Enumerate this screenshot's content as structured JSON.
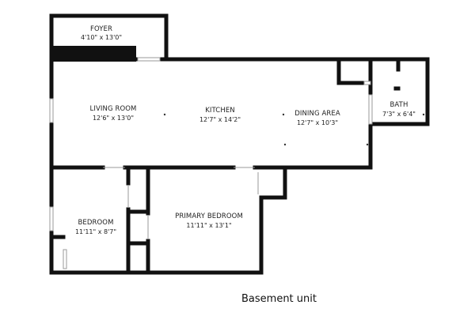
{
  "caption": "Basement unit",
  "rooms": {
    "foyer": {
      "name": "FOYER",
      "dims": "4'10\" x 13'0\""
    },
    "living_room": {
      "name": "LIVING ROOM",
      "dims": "12'6\" x 13'0\""
    },
    "kitchen": {
      "name": "KITCHEN",
      "dims": "12'7\" x 14'2\""
    },
    "dining_area": {
      "name": "DINING AREA",
      "dims": "12'7\" x 10'3\""
    },
    "bath": {
      "name": "BATH",
      "dims": "7'3\" x 6'4\""
    },
    "bedroom": {
      "name": "BEDROOM",
      "dims": "11'11\" x 8'7\""
    },
    "primary_bedroom": {
      "name": "PRIMARY BEDROOM",
      "dims": "11'11\" x 13'1\""
    }
  },
  "colors": {
    "wall": "#111111",
    "window": "#9a9a9a",
    "background": "#ffffff"
  }
}
